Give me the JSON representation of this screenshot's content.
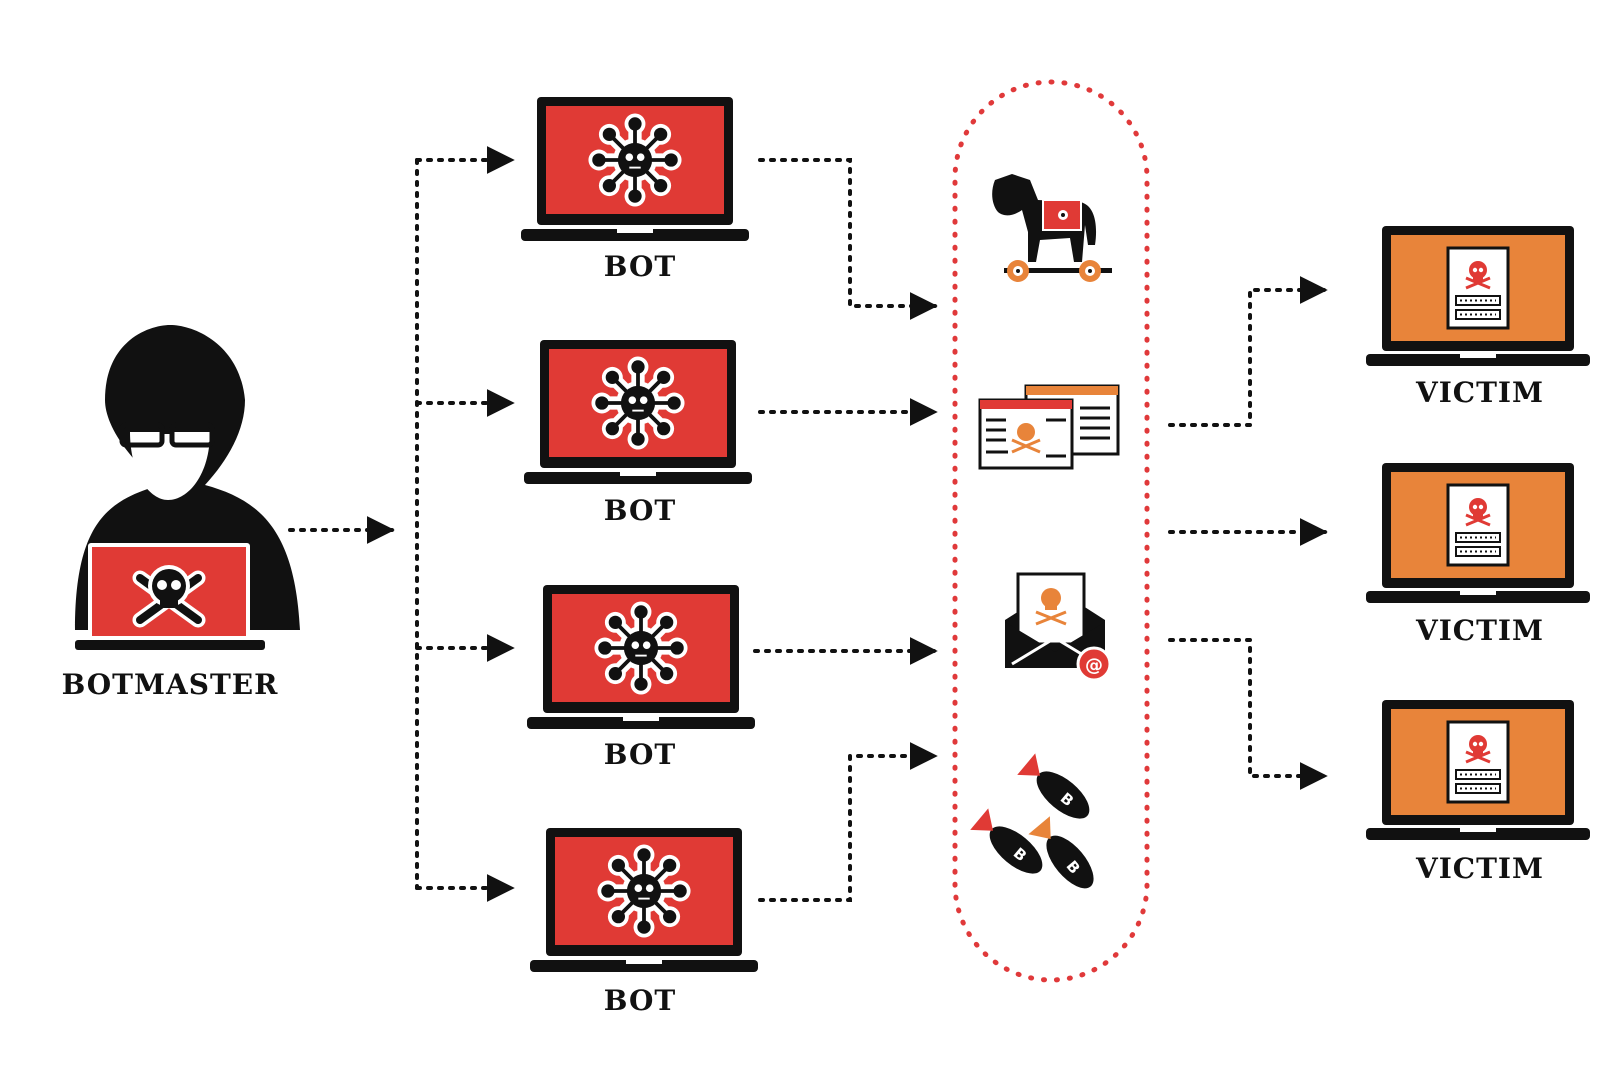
{
  "colors": {
    "bot_screen": "#e03a35",
    "victim_screen": "#e8843a",
    "ink": "#111111",
    "dotted_oval": "#e0393a",
    "accent_orange": "#e8843a"
  },
  "botmaster": {
    "label": "BOTMASTER"
  },
  "bots": [
    {
      "label": "BOT"
    },
    {
      "label": "BOT"
    },
    {
      "label": "BOT"
    },
    {
      "label": "BOT"
    }
  ],
  "attack_methods": [
    {
      "icon": "trojan-horse-icon"
    },
    {
      "icon": "infected-document-icon"
    },
    {
      "icon": "phishing-email-icon"
    },
    {
      "icon": "bomb-attack-icon"
    }
  ],
  "victims": [
    {
      "label": "VICTIM"
    },
    {
      "label": "VICTIM"
    },
    {
      "label": "VICTIM"
    }
  ]
}
